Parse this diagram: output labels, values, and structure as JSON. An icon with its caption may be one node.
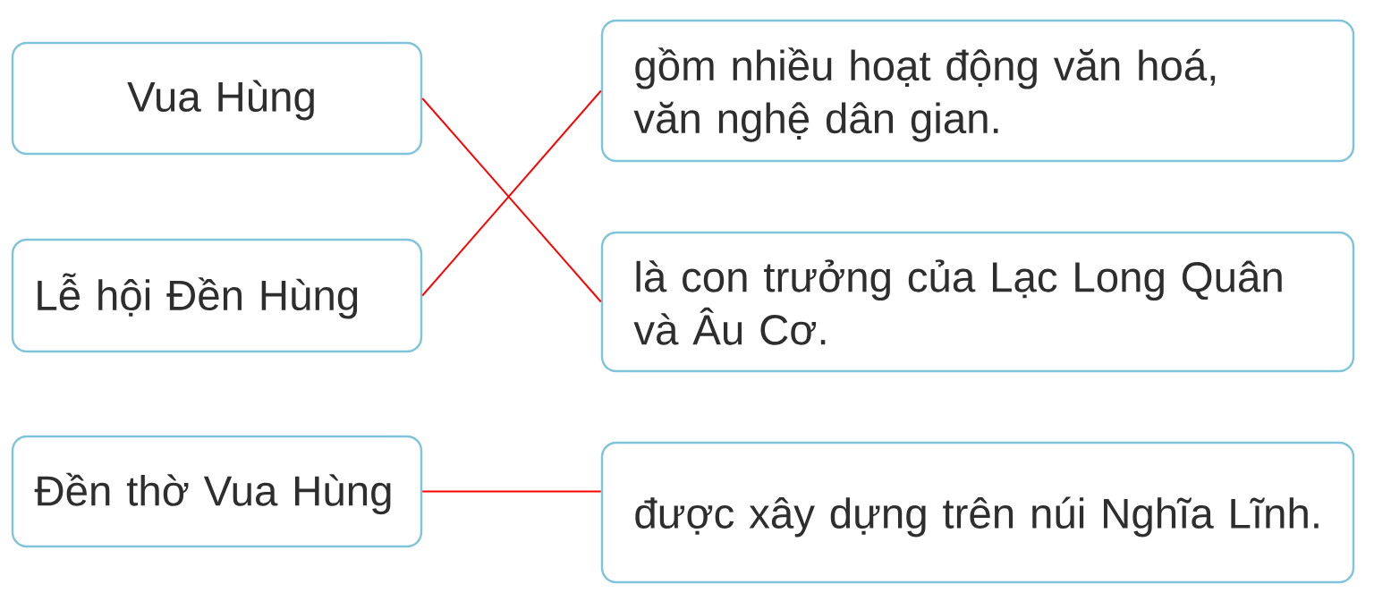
{
  "diagram": {
    "nodes": [
      {
        "text": [
          "Vua Hùng"
        ]
      },
      {
        "text": [
          "gồm nhiều hoạt động văn hoá, văn nghệ dân gian."
        ]
      },
      {
        "text": [
          "Lễ hội Đền Hùng"
        ]
      },
      {
        "text": [
          "là con trưởng của Lạc Long Quân và Âu Cơ."
        ]
      },
      {
        "text": [
          "Đền thờ Vua Hùng"
        ]
      },
      {
        "text": [
          "được xây dựng trên núi Nghĩa Lĩnh."
        ]
      }
    ],
    "edges": [
      {
        "from": 0,
        "to": 3,
        "arrow": "none"
      },
      {
        "from": 2,
        "to": 1,
        "arrow": "none"
      },
      {
        "from": 4,
        "to": 5,
        "arrow": "none"
      }
    ]
  }
}
